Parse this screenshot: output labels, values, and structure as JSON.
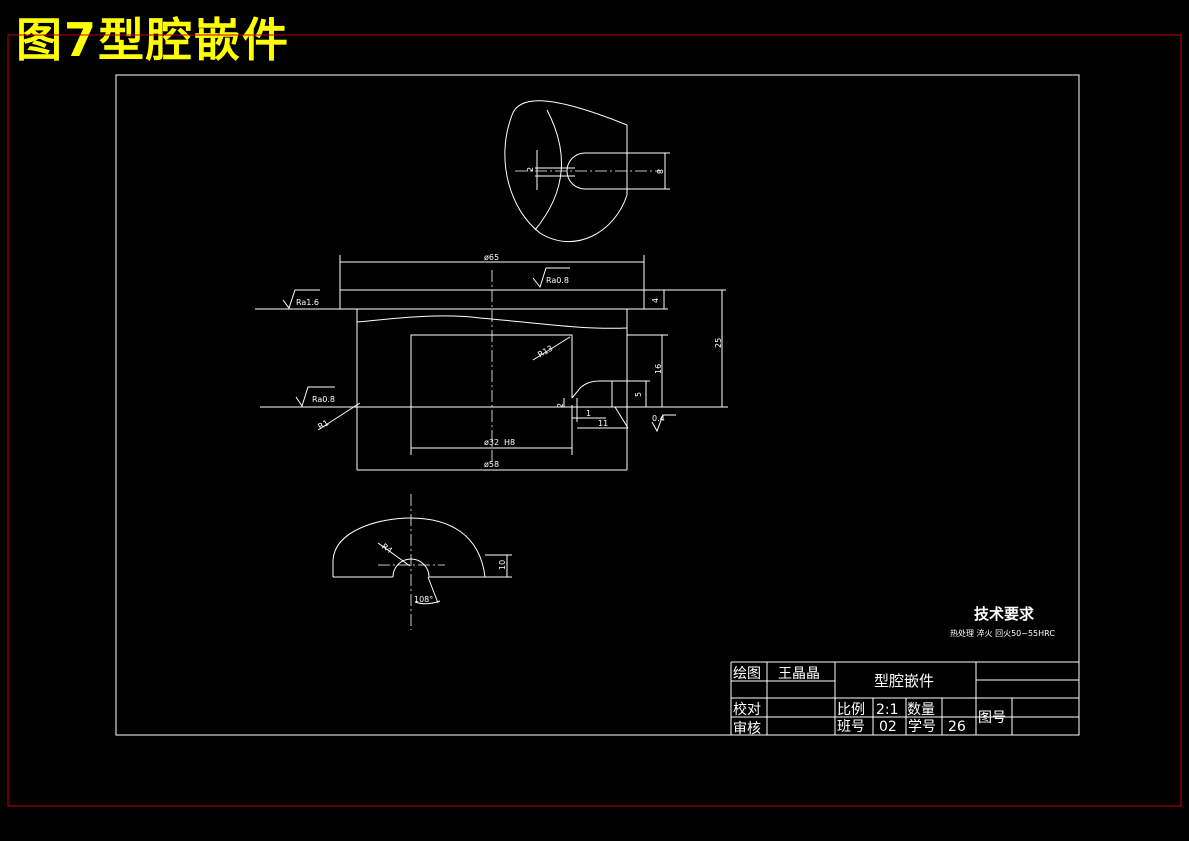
{
  "caption": "图7型腔嵌件",
  "colors": {
    "background": "#000000",
    "lines": "#ffffff",
    "caption": "#ffff00",
    "outer_frame": "#c00000"
  },
  "dimensions": {
    "d65": "ø65",
    "d58": "ø58",
    "d32": "ø32",
    "d32_tol": "H8",
    "h25": "25",
    "h16": "16",
    "h4": "4",
    "h5": "5",
    "h2": "2",
    "h1": "1",
    "w11": "11",
    "t04": "0.4",
    "r13": "R13",
    "r1": "R1",
    "r4": "R4",
    "a108": "108°",
    "top_2": "2",
    "top_8": "8",
    "bot_10": "10"
  },
  "roughness": {
    "ra08_top": "Ra0.8",
    "ra16": "Ra1.6",
    "ra08_left": "Ra0.8"
  },
  "tech_requirements": {
    "title": "技术要求",
    "text": "热处理 淬火 回火50~55HRC"
  },
  "title_block": {
    "draw_label": "绘图",
    "drawer_name": "王晶晶",
    "part_name": "型腔嵌件",
    "check_label": "校对",
    "review_label": "审核",
    "scale_label": "比例",
    "scale_value": "2:1",
    "qty_label": "数量",
    "class_label": "班号",
    "class_value": "02",
    "student_label": "学号",
    "student_value": "26",
    "drawing_no_label": "图号"
  }
}
